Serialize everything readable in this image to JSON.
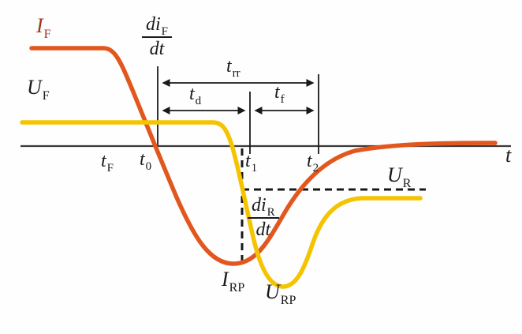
{
  "figure": {
    "title": "diode-reverse-recovery-waveform",
    "colors": {
      "background": "#fefefe",
      "current_curve": "#e2571d",
      "voltage_curve": "#f5c400",
      "axis": "#3a3a3a",
      "line": "#1a1a1a",
      "text": "#1a1a1a",
      "label_if": "#a03718"
    },
    "labels": {
      "i_f": {
        "main": "I",
        "sub": "F"
      },
      "u_f": {
        "main": "U",
        "sub": "F"
      },
      "difdt": {
        "num_main": "di",
        "num_sub": "F",
        "den": "dt"
      },
      "dirdt": {
        "num_main": "di",
        "num_sub": "R",
        "den": "dt"
      },
      "t_rr": {
        "main": "t",
        "sub": "rr"
      },
      "t_d": {
        "main": "t",
        "sub": "d"
      },
      "t_f": {
        "main": "t",
        "sub": "f"
      },
      "t_big_f": {
        "main": "t",
        "sub": "F"
      },
      "t_0": {
        "main": "t",
        "sub": "0"
      },
      "t_1": {
        "main": "t",
        "sub": "1"
      },
      "t_2": {
        "main": "t",
        "sub": "2"
      },
      "t_axis": {
        "main": "t"
      },
      "u_r": {
        "main": "U",
        "sub": "R"
      },
      "i_rp": {
        "main": "I",
        "sub": "RP"
      },
      "u_rp": {
        "main": "U",
        "sub": "RP"
      }
    }
  }
}
